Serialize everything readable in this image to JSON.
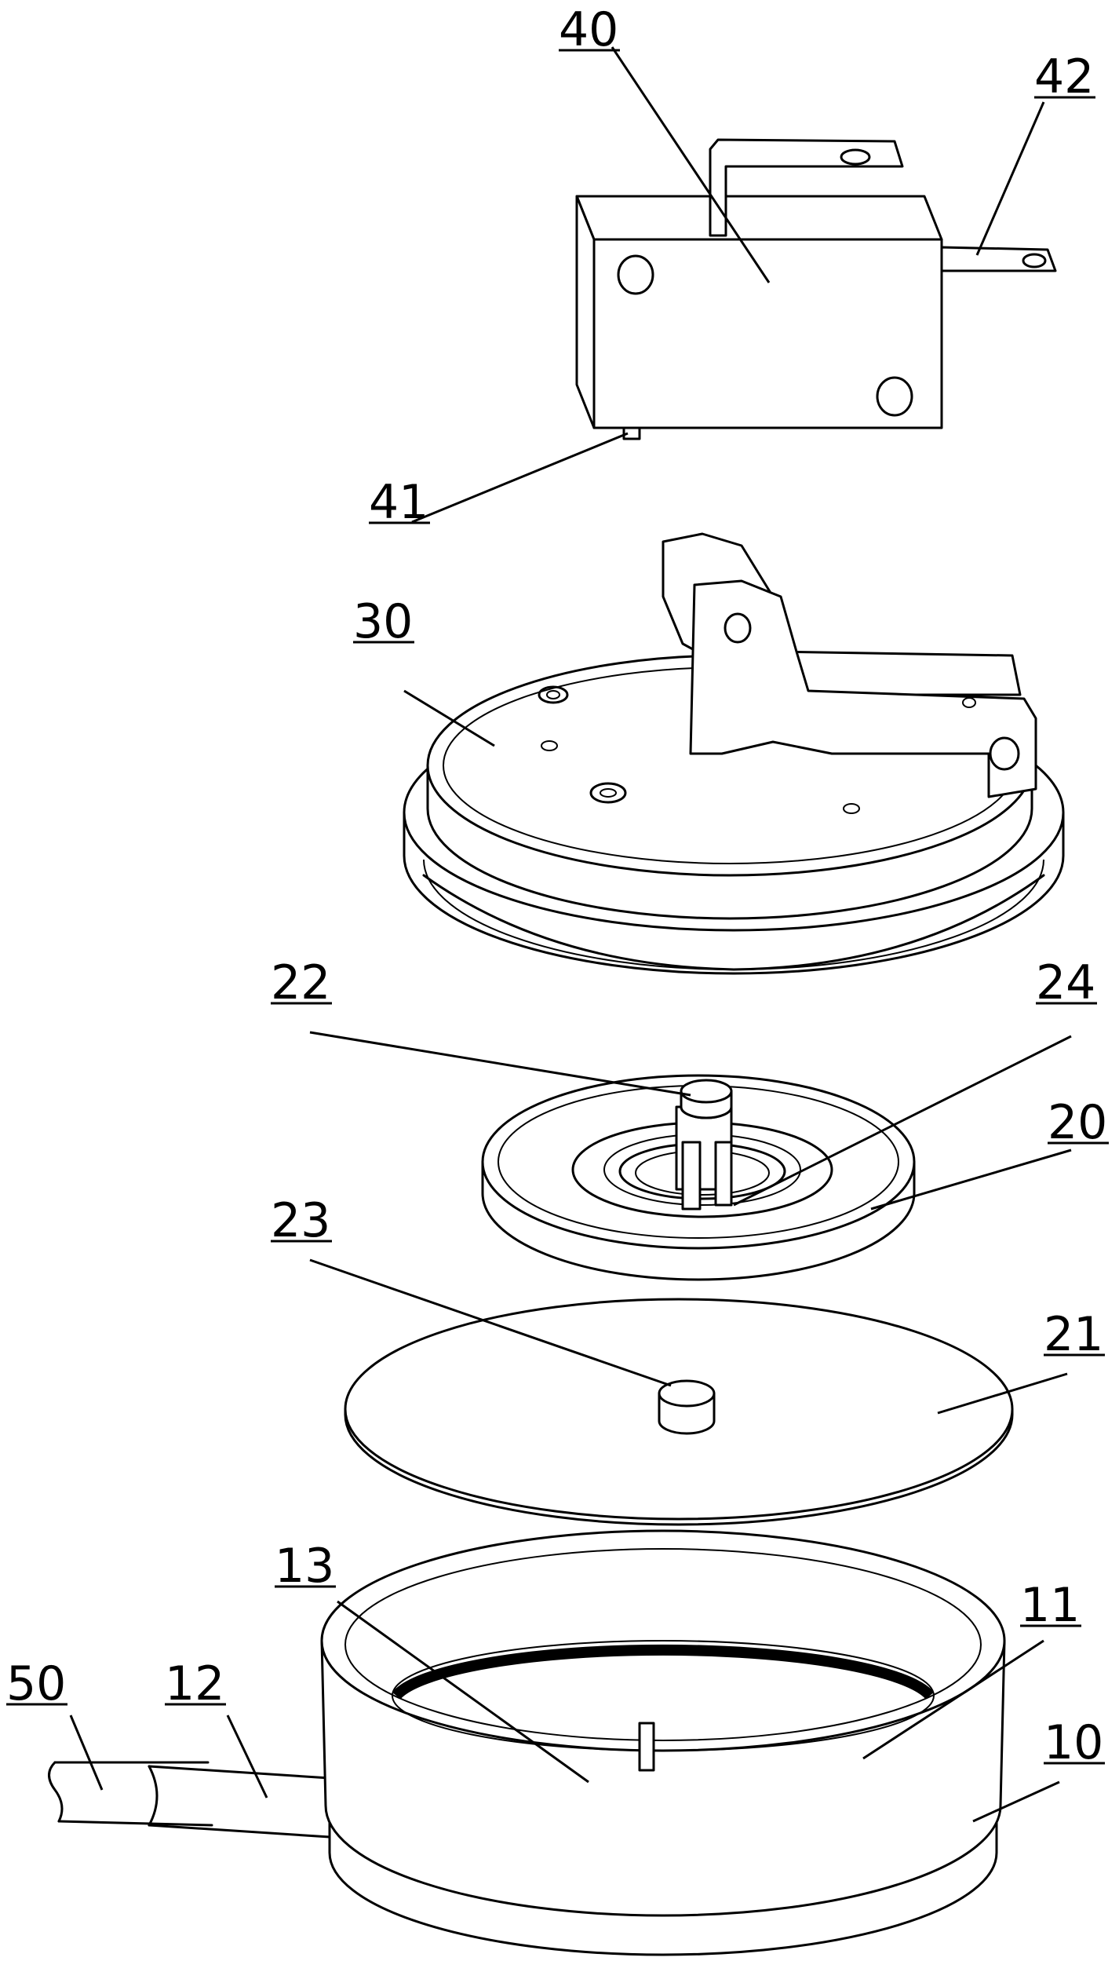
{
  "labels": {
    "l40": "40",
    "l42": "42",
    "l41": "41",
    "l30": "30",
    "l22": "22",
    "l24": "24",
    "l20": "20",
    "l23": "23",
    "l21": "21",
    "l13": "13",
    "l11": "11",
    "l50": "50",
    "l12": "12",
    "l10": "10"
  }
}
